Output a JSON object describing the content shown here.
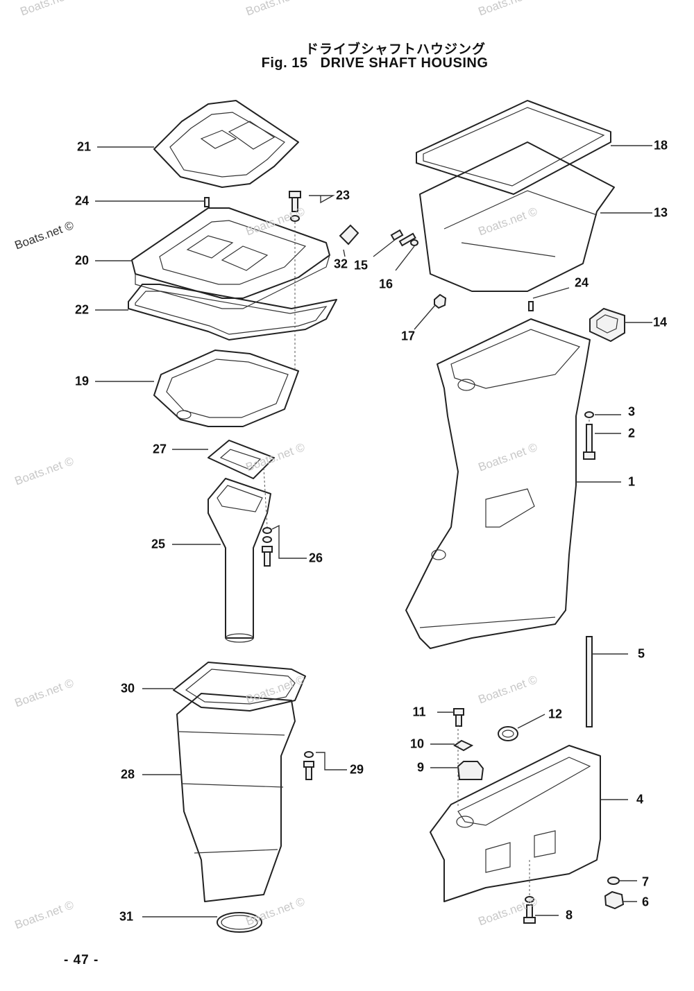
{
  "title_jp": "ドライブシャフトハウジング",
  "title_fig": "Fig. 15",
  "title_en": "DRIVE SHAFT HOUSING",
  "page_number": "- 47 -",
  "watermark": "Boats.net ©",
  "labels": {
    "l1": "1",
    "l2": "2",
    "l3": "3",
    "l4": "4",
    "l5": "5",
    "l6": "6",
    "l7": "7",
    "l8": "8",
    "l9": "9",
    "l10": "10",
    "l11": "11",
    "l12": "12",
    "l13": "13",
    "l14": "14",
    "l15": "15",
    "l16": "16",
    "l17": "17",
    "l18": "18",
    "l19": "19",
    "l20": "20",
    "l21": "21",
    "l22": "22",
    "l23": "23",
    "l24a": "24",
    "l24b": "24",
    "l25": "25",
    "l26": "26",
    "l27": "27",
    "l28": "28",
    "l29": "29",
    "l30": "30",
    "l31": "31",
    "l32": "32"
  },
  "colors": {
    "line": "#222222",
    "watermark": "#c8c8c8",
    "background": "#ffffff"
  }
}
